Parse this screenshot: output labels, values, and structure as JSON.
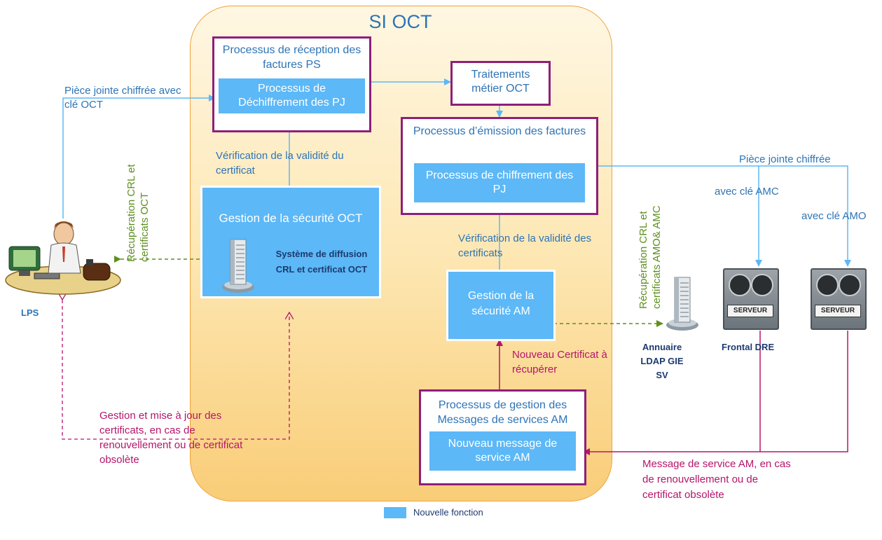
{
  "title": "SI OCT",
  "reception": {
    "title": "Processus de réception des factures PS",
    "sub": "Processus de Déchiffrement des PJ"
  },
  "traitements": "Traitements métier OCT",
  "emission": {
    "title": "Processus d’émission des factures",
    "sub": "Processus de chiffrement des PJ"
  },
  "gestion_oct": {
    "title": "Gestion de la sécurité OCT",
    "sub": "Système de diffusion CRL et certificat  OCT"
  },
  "gestion_am": "Gestion de la sécurité AM",
  "messages": {
    "title": "Processus de gestion des Messages de services AM",
    "sub": "Nouveau message de service AM"
  },
  "labels": {
    "piece_oct": "Pièce jointe chiffrée avec clé OCT",
    "verif_oct": "Vérification de la validité du certificat",
    "verif_am": "Vérification de la validité des certificats",
    "recup_oct": "Récupération CRL et certificats OCT",
    "recup_amc": "Récupération CRL et certificats AMO& AMC",
    "piece_chiffree": "Pièce jointe chiffrée",
    "avec_amc": "avec clé AMC",
    "avec_amo": "avec clé AMO",
    "nouveau_cert": "Nouveau Certificat à récupérer",
    "gestion_maj": "Gestion et mise à jour des certificats,  en cas de renouvellement  ou de certificat obsolète",
    "message_am": "Message de service AM, en cas de renouvellement ou de certificat obsolète"
  },
  "actors": {
    "lps": "LPS",
    "annuaire": "Annuaire LDAP GIE SV",
    "frontal": "Frontal DRE",
    "serveur": "SERVEUR"
  },
  "legend": "Nouvelle fonction",
  "colors": {
    "process_border": "#8e1f7a",
    "function_fill": "#5cb8f7",
    "text_blue": "#2e74b5",
    "text_magenta": "#b5156b",
    "arrow_green": "#5e8f1e"
  }
}
